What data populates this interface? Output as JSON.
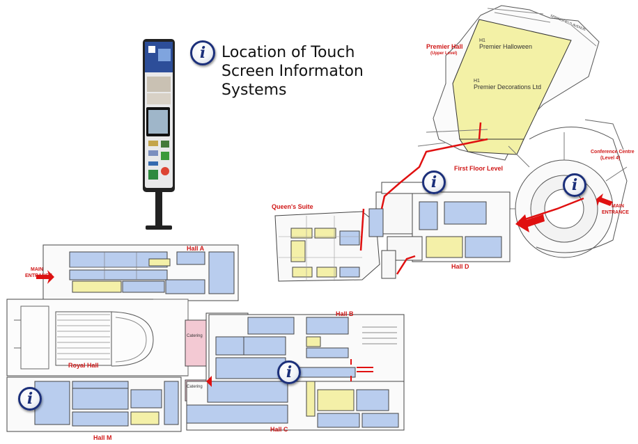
{
  "legend": {
    "line1": "Location of Touch",
    "line2": "Screen Informaton",
    "line3": "Systems",
    "icon_glyph": "i"
  },
  "halls": {
    "premier_hall": "Premier Hall",
    "premier_hall_sub": "(Upper Level)",
    "halloween": "Premier Halloween",
    "decorations": "Premier Decorations Ltd",
    "h1a": "H1",
    "h1b": "H1",
    "first_floor": "First Floor Level",
    "conference_centre": "Conference Centre",
    "conference_level": "(Level 4)",
    "main_entrance_right_1": "MAIN",
    "main_entrance_right_2": "ENTRANCE",
    "queens_suite": "Queen's Suite",
    "hall_d": "Hall D",
    "hall_a": "Hall A",
    "main_entrance_left_1": "MAIN",
    "main_entrance_left_2": "ENTRANCE",
    "royal_hall": "Royal Hall",
    "hall_b": "Hall B",
    "hall_c": "Hall C",
    "hall_m": "Hall M",
    "catering1": "Catering",
    "catering2": "Catering",
    "springfield": "SPRINGFIELD AVENUE"
  },
  "colors": {
    "booth_blue": "#b9cdee",
    "booth_yellow": "#f4f0a8",
    "premier_yellow": "#f3f1a6",
    "route_red": "#e01010",
    "icon_blue": "#1b2f7a",
    "wall": "#444444",
    "pink": "#f3c9d3"
  }
}
